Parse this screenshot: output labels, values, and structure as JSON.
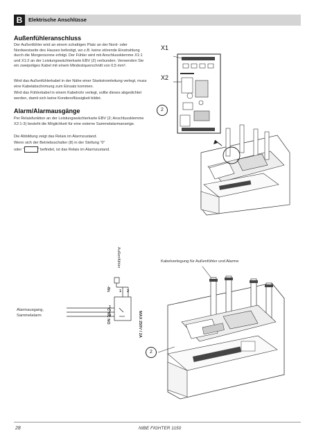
{
  "header": {
    "badge": "B",
    "title": "Elektrische Anschlüsse"
  },
  "section1": {
    "heading": "Außenfühleranschluss",
    "p1": "Der Außenfühler wird an einem schattigen Platz an der Nord- oder Nordwestseite des Hauses befestigt, wo z.B. keine störende Einstrahlung durch die Morgensonne erfolgt. Der Fühler wird mit Anschlussklemme X1:1 und X1:2 an der Leistungswächterkarte EBV (2) verbunden. Verwenden Sie ein zweipoliges Kabel mit einem Mindestquerschnitt von 0,5 mm².",
    "p2": "Wird das Außenfühlerkabel in der Nähe einer Starkstromleitung verlegt, muss eine Kabelabschirmung zum Einsatz kommen.",
    "p3": "Wird das Fühlerkabel in einem Kabelrohr verlegt, sollte dieses abgedichtet werden, damit sich keine Kondensflüssigkeit bildet."
  },
  "section2": {
    "heading": "Alarm/Alarmausgänge",
    "p1": "Per Relaisfunktion an der Leistungswächterkarte EBV (2; Anschlussklemme X2:1-3) besteht die Möglichkeit für eine externe Sammelalarmanzeige.",
    "p2": "Die Abbildung zeigt das Relais im Alarmzustand.",
    "p3_a": "Wenn sich der Betriebsschalter (8) in der Stellung “0”",
    "p3_b_pre": "oder “",
    "p3_b_post": "” befindet, ist das Relais im Alarmzustand."
  },
  "figure_top": {
    "label_x1": "X1",
    "label_x2": "X2",
    "callout": "2"
  },
  "wiring": {
    "label_aussenfuehler": "Außenfühler",
    "label_alarm": "Alarmausgang, Sammelalarm",
    "label_x1": "X1",
    "label_spec": "MAX 250V / 2A",
    "label_sym": "-θ/ε",
    "label_cno": "C NC NO",
    "terminals_top": [
      "1",
      "2"
    ],
    "terminals_side": [
      "1",
      "2",
      "3"
    ]
  },
  "figure_bottom": {
    "caption": "Kabelverlegung für Außenfühler und Alarme",
    "callout": "2"
  },
  "footer": {
    "page": "28",
    "model": "NIBE FIGHTER 1150"
  }
}
